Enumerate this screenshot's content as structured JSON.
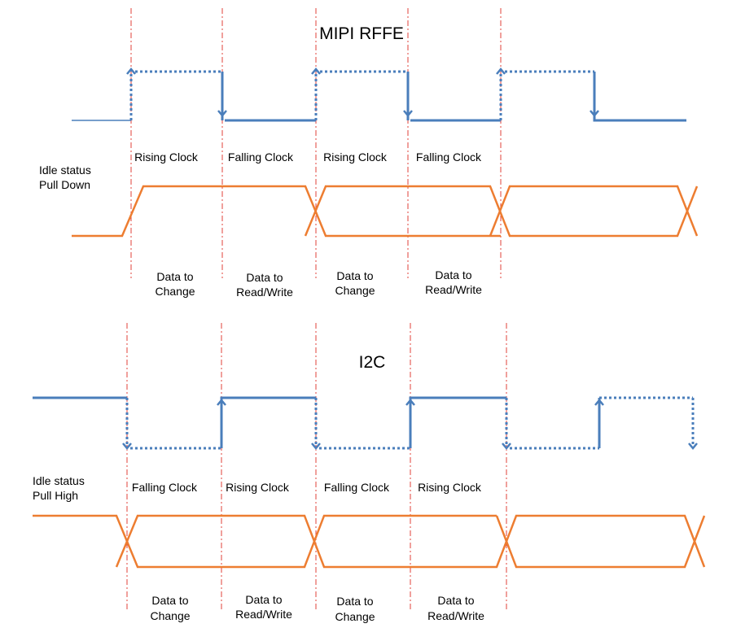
{
  "colors": {
    "clock": "#4a7ebb",
    "data": "#ed7d31",
    "guide": "#e0403a"
  },
  "rffe": {
    "title": "MIPI RFFE",
    "idle_line1": "Idle status",
    "idle_line2": "Pull Down",
    "edge_labels": [
      "Rising Clock",
      "Falling Clock",
      "Rising Clock",
      "Falling Clock"
    ],
    "data_labels": [
      [
        "Data to",
        "Change"
      ],
      [
        "Data to",
        "Read/Write"
      ],
      [
        "Data to",
        "Change"
      ],
      [
        "Data to",
        "Read/Write"
      ]
    ]
  },
  "i2c": {
    "title": "I2C",
    "idle_line1": "Idle status",
    "idle_line2": "Pull High",
    "edge_labels": [
      "Falling Clock",
      "Rising Clock",
      "Falling Clock",
      "Rising Clock"
    ],
    "data_labels": [
      [
        "Data to",
        "Change"
      ],
      [
        "Data to",
        "Read/Write"
      ],
      [
        "Data to",
        "Change"
      ],
      [
        "Data to",
        "Read/Write"
      ]
    ]
  }
}
